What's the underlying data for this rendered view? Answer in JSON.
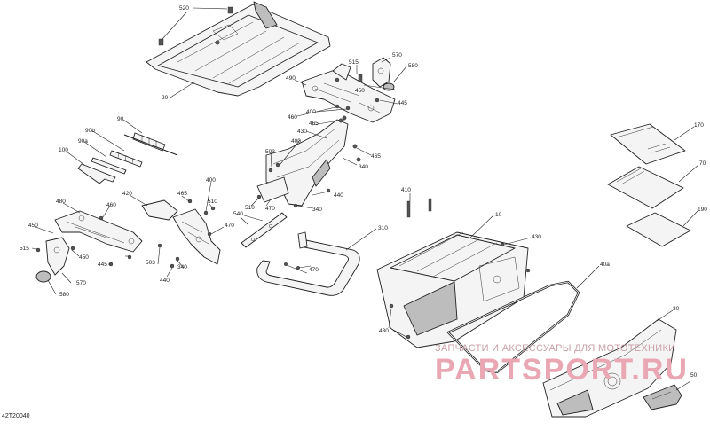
{
  "diagram_code": "42T20040",
  "watermark": {
    "tagline": "ЗАПЧАСТИ И АКСЕССУАРЫ ДЛЯ МОТОТЕХНИКИ",
    "brand": "PARTSPORT.RU"
  },
  "callouts": {
    "c520": "520",
    "c20": "20",
    "c570": "570",
    "c580": "580",
    "c515a": "515",
    "c490": "490",
    "c450a": "450",
    "c445a": "445",
    "c460a": "460",
    "c400a": "400",
    "c465a": "465",
    "c465b": "465",
    "c430": "430",
    "c400b": "400",
    "c340a": "340",
    "c503a": "503",
    "c440a": "440",
    "c340b": "340",
    "c510a": "510",
    "c470a": "470",
    "c90": "90",
    "c90b": "90b",
    "c90a": "90a",
    "c100": "100",
    "c480": "480",
    "c420": "420",
    "c465c": "465",
    "c400c": "400",
    "c510b": "510",
    "c515b": "515",
    "c460b": "460",
    "c450b": "450",
    "c445b": "445",
    "c503b": "503",
    "c340c": "340",
    "c440b": "440",
    "c470b": "470",
    "c540": "540",
    "c470c": "470",
    "c570b": "570",
    "c580b": "580",
    "c310": "310",
    "c410": "410",
    "c10": "10",
    "c430b": "430",
    "c40a": "40a",
    "c430c": "430",
    "c30": "30",
    "c50": "50",
    "c170": "170",
    "c70": "70",
    "c190": "190"
  }
}
